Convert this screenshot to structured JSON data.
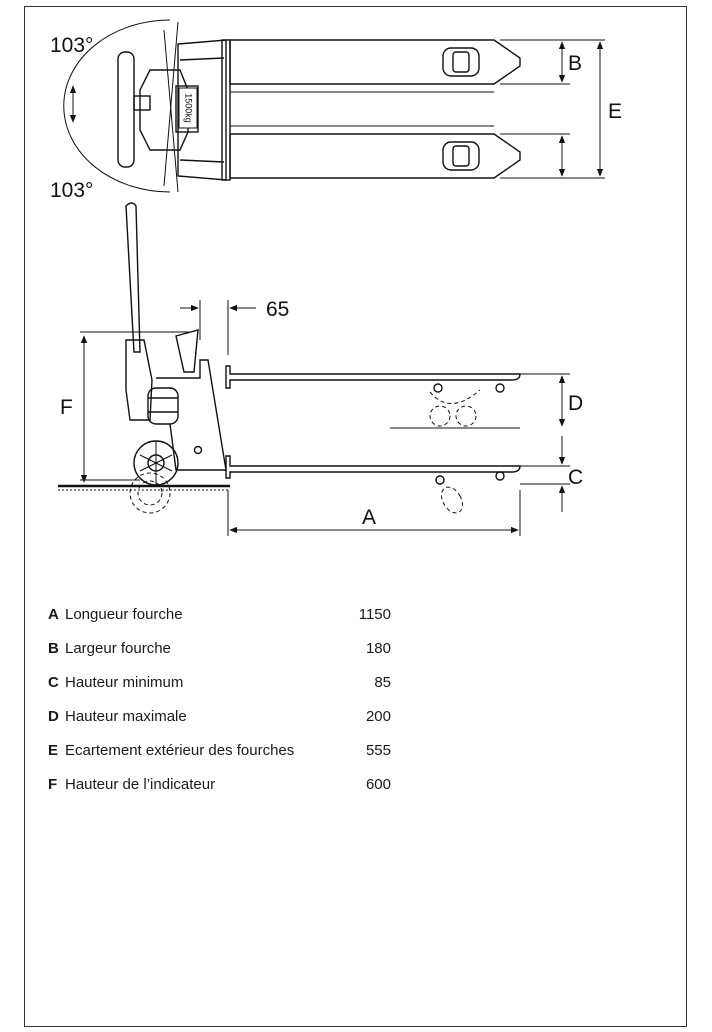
{
  "dimension_labels": {
    "angle_top": "103°",
    "angle_bottom": "103°",
    "capacity_plate": "1500kg",
    "handle_offset": "65",
    "A": "A",
    "B": "B",
    "C": "C",
    "D": "D",
    "E": "E",
    "F": "F"
  },
  "specs": [
    {
      "letter": "A",
      "label": "Longueur fourche",
      "value": "1150"
    },
    {
      "letter": "B",
      "label": "Largeur fourche",
      "value": "180"
    },
    {
      "letter": "C",
      "label": "Hauteur minimum",
      "value": "85"
    },
    {
      "letter": "D",
      "label": "Hauteur maximale",
      "value": "200"
    },
    {
      "letter": "E",
      "label": "Ecartement extérieur des fourches",
      "value": "555"
    },
    {
      "letter": "F",
      "label": "Hauteur de l’indicateur",
      "value": "600"
    }
  ]
}
